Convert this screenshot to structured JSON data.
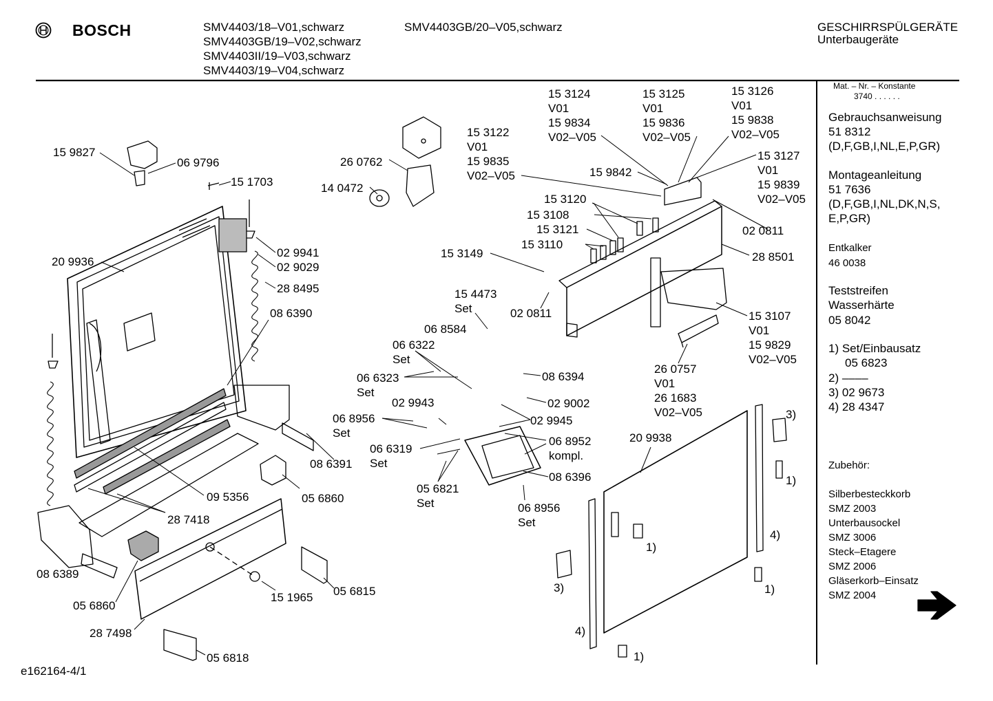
{
  "header": {
    "brand": "BOSCH",
    "models_col1": [
      "SMV4403/18–V01,schwarz",
      "SMV4403GB/19–V02,schwarz",
      "SMV4403II/19–V03,schwarz",
      "SMV4403/19–V04,schwarz"
    ],
    "models_col2": [
      "SMV4403GB/20–V05,schwarz"
    ],
    "category": "GESCHIRRSPÜLGERÄTE",
    "subcategory": "Unterbaugeräte"
  },
  "sidebar": {
    "matnr_label": "Mat. – Nr. – Konstante",
    "matnr_value": "3740 . . . . . .",
    "manual_title": "Gebrauchsanweisung",
    "manual_number": "51 8312",
    "manual_langs": "(D,F,GB,I,NL,E,P,GR)",
    "install_title": "Montageanleitung",
    "install_number": "51 7636",
    "install_langs_1": "(D,F,GB,I,NL,DK,N,S,",
    "install_langs_2": "E,P,GR)",
    "descaler_title": "Entkalker",
    "descaler_number": "46 0038",
    "strips_title_1": "Teststreifen",
    "strips_title_2": "Wasserhärte",
    "strips_number": "05 8042",
    "note1": "1) Set/Einbausatz",
    "note1_value": "05 6823",
    "note2": "2) ––––",
    "note3": "3) 02 9673",
    "note4": "4) 28 4347",
    "accessories_title": "Zubehör:",
    "accessories": [
      "Silberbesteckkorb",
      "SMZ 2003",
      "Unterbausockel",
      "SMZ 3006",
      "Steck–Etagere",
      "SMZ 2006",
      "Gläserkorb–Einsatz",
      "SMZ 2004"
    ]
  },
  "footer": {
    "doc_id": "e162164-4/1"
  },
  "parts": [
    {
      "id": "p1",
      "lines": [
        "15 9827"
      ]
    },
    {
      "id": "p2",
      "lines": [
        "06 9796"
      ]
    },
    {
      "id": "p3",
      "lines": [
        "15 1703"
      ]
    },
    {
      "id": "p4",
      "lines": [
        "20 9936"
      ]
    },
    {
      "id": "p5",
      "lines": [
        "02 9941"
      ]
    },
    {
      "id": "p6",
      "lines": [
        "02 9029"
      ]
    },
    {
      "id": "p7",
      "lines": [
        "28 8495"
      ]
    },
    {
      "id": "p8",
      "lines": [
        "08 6390"
      ]
    },
    {
      "id": "p9",
      "lines": [
        "26 0762"
      ]
    },
    {
      "id": "p10",
      "lines": [
        "14 0472"
      ]
    },
    {
      "id": "p11",
      "lines": [
        "15 3122",
        "V01",
        "15 9835",
        "V02–V05"
      ]
    },
    {
      "id": "p12",
      "lines": [
        "15 3124",
        "V01",
        "15 9834",
        "V02–V05"
      ]
    },
    {
      "id": "p13",
      "lines": [
        "15 3125",
        "V01",
        "15 9836",
        "V02–V05"
      ]
    },
    {
      "id": "p14",
      "lines": [
        "15 3126",
        "V01",
        "15 9838",
        "V02–V05"
      ]
    },
    {
      "id": "p15",
      "lines": [
        "15 9842"
      ]
    },
    {
      "id": "p16",
      "lines": [
        "15 3127",
        "V01",
        "15 9839",
        "V02–V05"
      ]
    },
    {
      "id": "p17",
      "lines": [
        "15 3120"
      ]
    },
    {
      "id": "p18",
      "lines": [
        "15 3108"
      ]
    },
    {
      "id": "p19",
      "lines": [
        "15 3121"
      ]
    },
    {
      "id": "p20",
      "lines": [
        "15 3110"
      ]
    },
    {
      "id": "p21",
      "lines": [
        "02 0811"
      ]
    },
    {
      "id": "p22",
      "lines": [
        "28 8501"
      ]
    },
    {
      "id": "p23",
      "lines": [
        "15 3149"
      ]
    },
    {
      "id": "p24",
      "lines": [
        "02 0811"
      ]
    },
    {
      "id": "p25",
      "lines": [
        "15 4473",
        "Set"
      ]
    },
    {
      "id": "p26",
      "lines": [
        "06 8584"
      ]
    },
    {
      "id": "p27",
      "lines": [
        "06 6322",
        "Set"
      ]
    },
    {
      "id": "p28",
      "lines": [
        "06 6323",
        "Set"
      ]
    },
    {
      "id": "p29",
      "lines": [
        "08 6394"
      ]
    },
    {
      "id": "p30",
      "lines": [
        "02 9002"
      ]
    },
    {
      "id": "p31",
      "lines": [
        "02 9943"
      ]
    },
    {
      "id": "p32",
      "lines": [
        "02 9945"
      ]
    },
    {
      "id": "p33",
      "lines": [
        "06 8956",
        "Set"
      ]
    },
    {
      "id": "p34",
      "lines": [
        "06 6319",
        "Set"
      ]
    },
    {
      "id": "p35",
      "lines": [
        "06 8952",
        "kompl."
      ]
    },
    {
      "id": "p36",
      "lines": [
        "08 6396"
      ]
    },
    {
      "id": "p37",
      "lines": [
        "05 6821",
        "Set"
      ]
    },
    {
      "id": "p38",
      "lines": [
        "06 8956",
        "Set"
      ]
    },
    {
      "id": "p39",
      "lines": [
        "15 3107",
        "V01",
        "15 9829",
        "V02–V05"
      ]
    },
    {
      "id": "p40",
      "lines": [
        "26 0757",
        "V01",
        "26 1683",
        "V02–V05"
      ]
    },
    {
      "id": "p41",
      "lines": [
        "20 9938"
      ]
    },
    {
      "id": "p42",
      "lines": [
        "08 6391"
      ]
    },
    {
      "id": "p43",
      "lines": [
        "05 6860"
      ]
    },
    {
      "id": "p44",
      "lines": [
        "09 5356"
      ]
    },
    {
      "id": "p45",
      "lines": [
        "28 7418"
      ]
    },
    {
      "id": "p46",
      "lines": [
        "08 6389"
      ]
    },
    {
      "id": "p47",
      "lines": [
        "05 6860"
      ]
    },
    {
      "id": "p48",
      "lines": [
        "28 7498"
      ]
    },
    {
      "id": "p49",
      "lines": [
        "05 6818"
      ]
    },
    {
      "id": "p50",
      "lines": [
        "15 1965"
      ]
    },
    {
      "id": "p51",
      "lines": [
        "05 6815"
      ]
    },
    {
      "id": "p52",
      "lines": [
        "3)"
      ]
    },
    {
      "id": "p53",
      "lines": [
        "1)"
      ]
    },
    {
      "id": "p54",
      "lines": [
        "4)"
      ]
    },
    {
      "id": "p55",
      "lines": [
        "1)"
      ]
    },
    {
      "id": "p56",
      "lines": [
        "1)"
      ]
    },
    {
      "id": "p57",
      "lines": [
        "3)"
      ]
    },
    {
      "id": "p58",
      "lines": [
        "4)"
      ]
    },
    {
      "id": "p59",
      "lines": [
        "1)"
      ]
    }
  ]
}
